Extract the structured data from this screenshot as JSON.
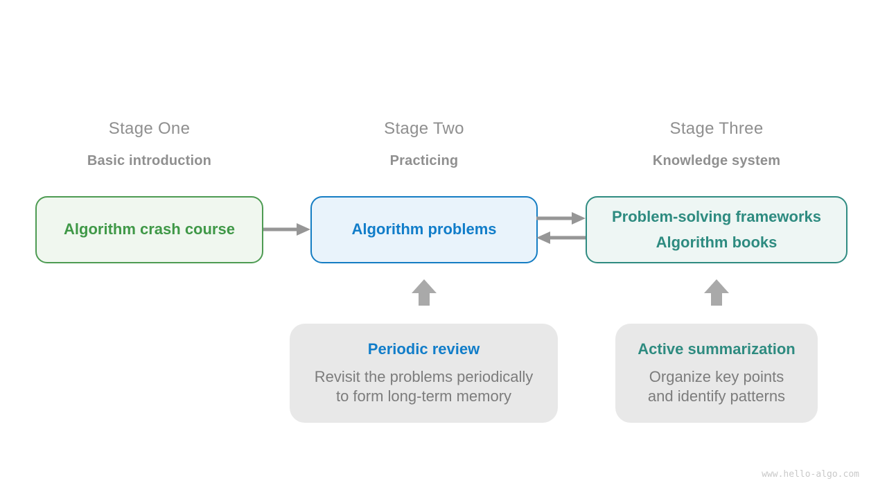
{
  "page": {
    "watermark": "www.hello-algo.com",
    "background": "#ffffff"
  },
  "colors": {
    "heading_gray": "#8f8f8f",
    "body_gray": "#7c7c7c",
    "connector_arrow_gray": "#969696",
    "block_arrow_gray": "#a9a9a9",
    "note_background": "#e8e8e8",
    "stage1_border": "#4d9b52",
    "stage1_text": "#3f9847",
    "stage1_background": "#f0f7ef",
    "stage2_border": "#157dc3",
    "stage2_text": "#117dc9",
    "stage2_background": "#e9f3fb",
    "stage3_border": "#2f8b81",
    "stage3_text": "#2e8b80",
    "stage3_background": "#eef6f4",
    "watermark_gray": "#c9c9c9"
  },
  "stages": [
    {
      "title": "Stage One",
      "subtitle": "Basic introduction",
      "box_lines": [
        "Algorithm crash course"
      ]
    },
    {
      "title": "Stage Two",
      "subtitle": "Practicing",
      "box_lines": [
        "Algorithm problems"
      ]
    },
    {
      "title": "Stage Three",
      "subtitle": "Knowledge system",
      "box_lines": [
        "Problem-solving frameworks",
        "Algorithm books"
      ]
    }
  ],
  "notes": [
    {
      "title": "Periodic review",
      "lines": [
        "Revisit the problems periodically",
        "to form long-term memory"
      ]
    },
    {
      "title": "Active summarization",
      "lines": [
        "Organize key points",
        "and identify patterns"
      ]
    }
  ],
  "arrows": {
    "stage1_to_stage2": "right",
    "stage2_to_stage3": "right",
    "stage3_to_stage2": "left",
    "periodic_review_to_algorithm_problems": "up",
    "active_summarization_to_frameworks": "up"
  }
}
